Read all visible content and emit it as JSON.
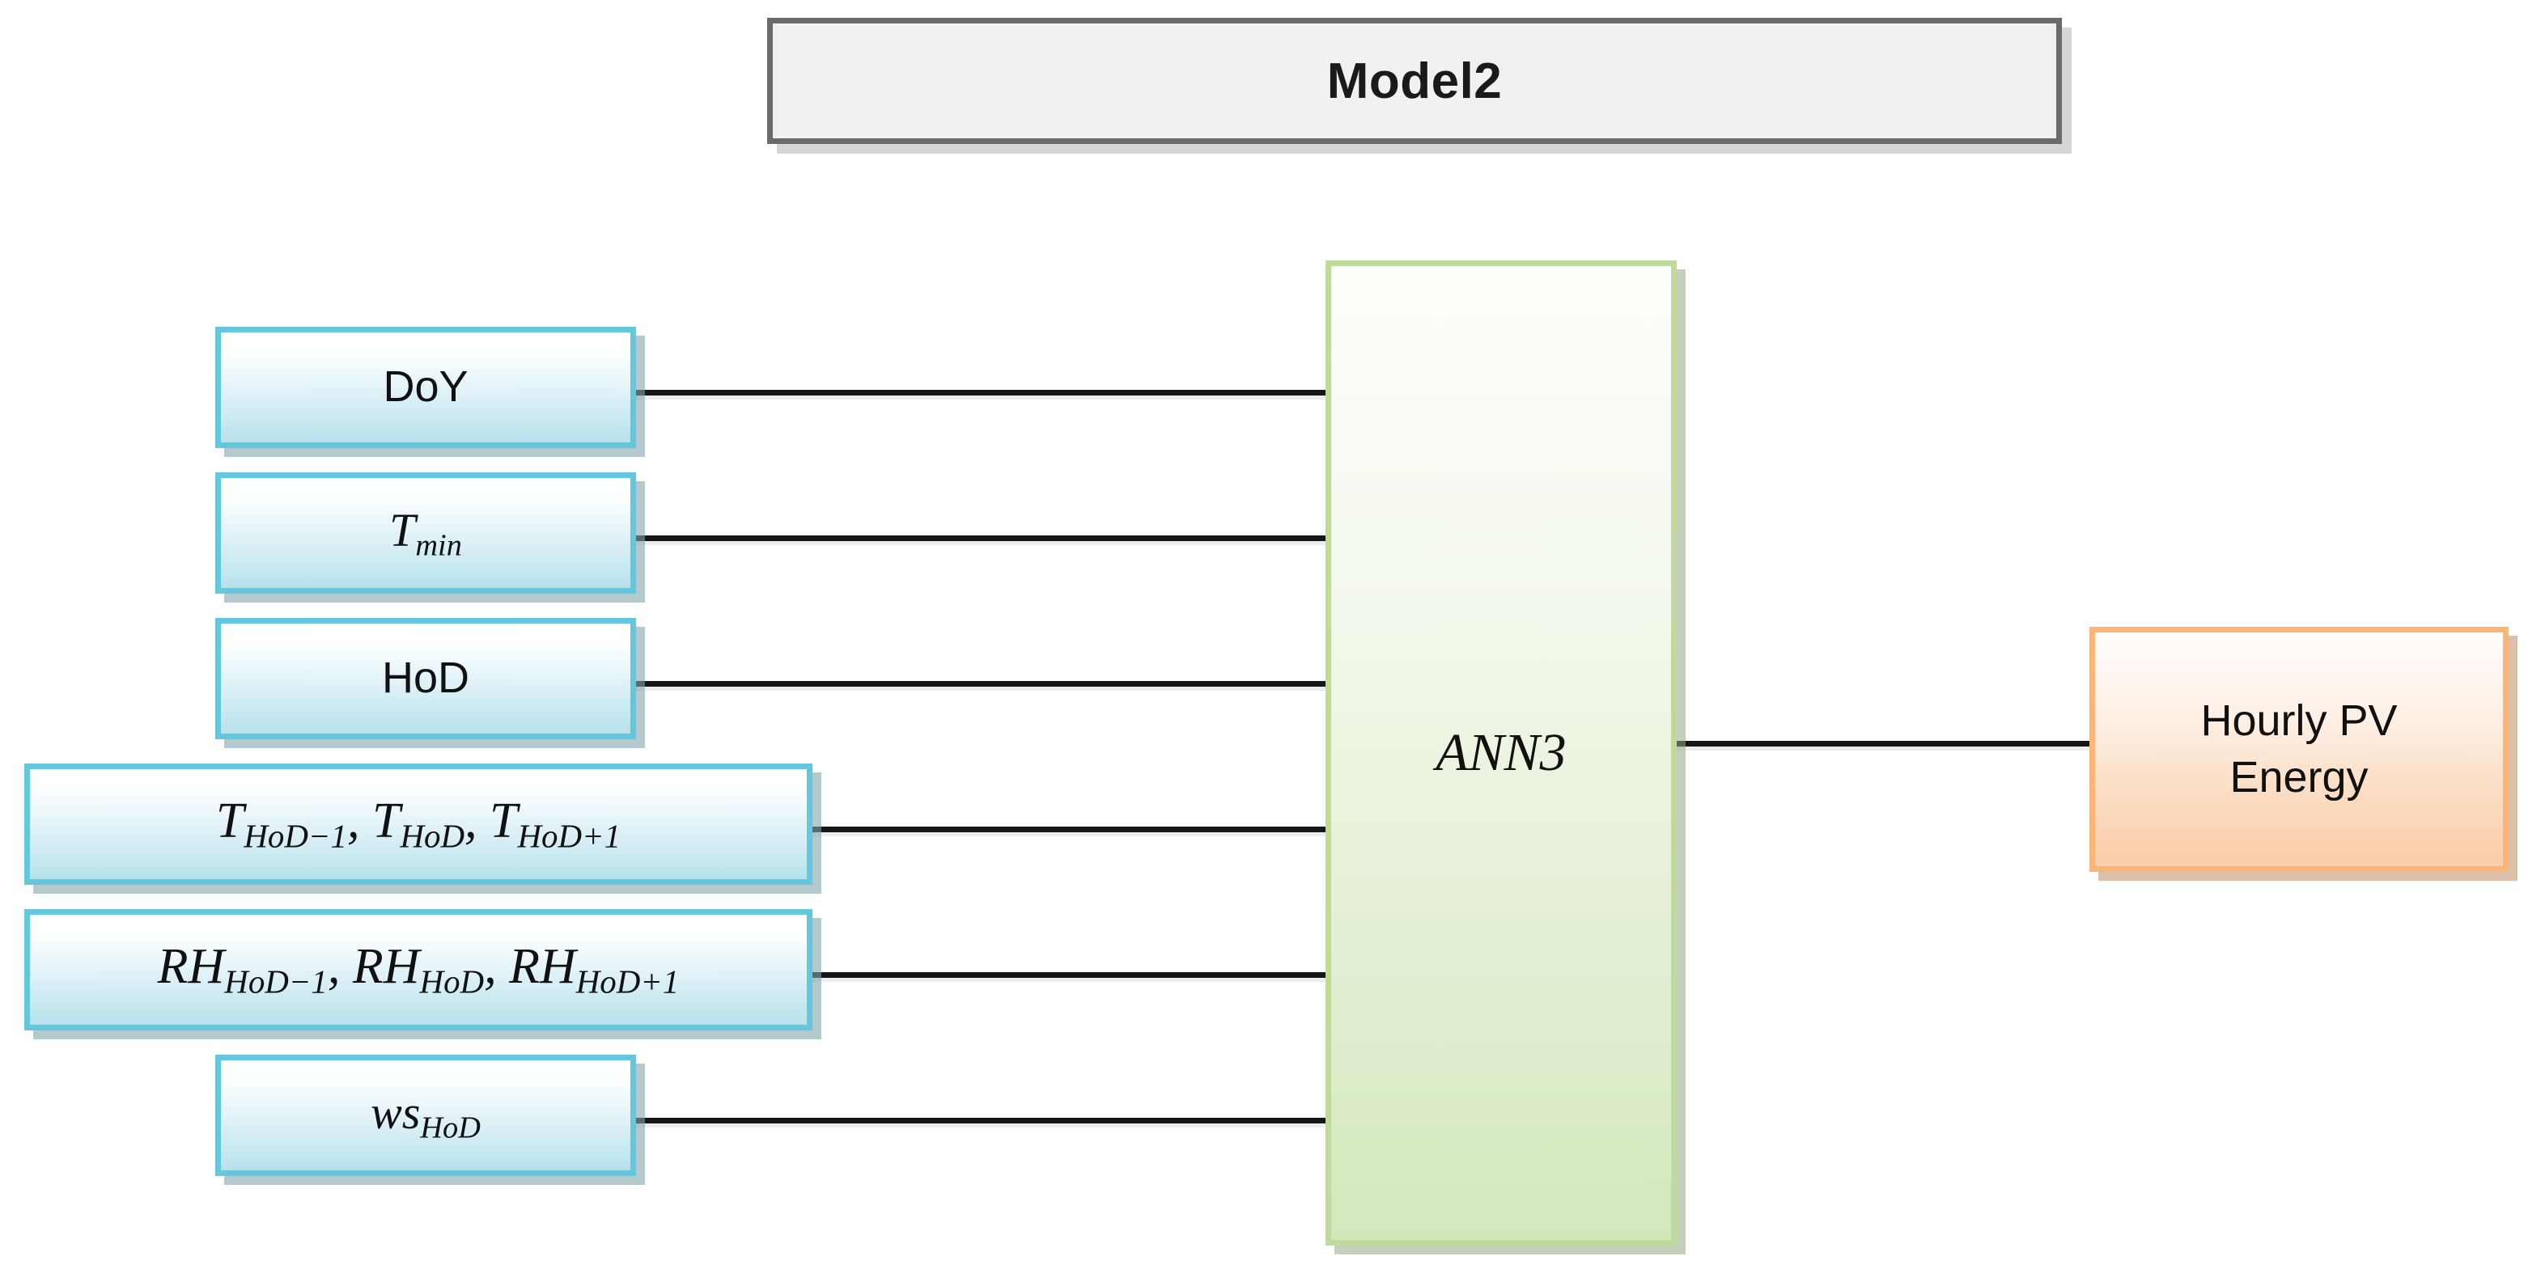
{
  "diagram": {
    "title": "Model2",
    "inputs": [
      {
        "id": "doy",
        "label": "DoY",
        "style": "sans"
      },
      {
        "id": "tmin",
        "label": "T min",
        "base": "T",
        "sub": "min",
        "style": "math"
      },
      {
        "id": "hod",
        "label": "HoD",
        "style": "sans"
      },
      {
        "id": "temp_seq",
        "label": "T HoD-1, T HoD, T HoD+1",
        "style": "math-wide",
        "terms": [
          {
            "base": "T",
            "sub": "HoD−1"
          },
          {
            "base": "T",
            "sub": "HoD"
          },
          {
            "base": "T",
            "sub": "HoD+1"
          }
        ]
      },
      {
        "id": "rh_seq",
        "label": "RH HoD-1, RH HoD, RH HoD+1",
        "style": "math-wide",
        "terms": [
          {
            "base": "RH",
            "sub": "HoD−1"
          },
          {
            "base": "RH",
            "sub": "HoD"
          },
          {
            "base": "RH",
            "sub": "HoD+1"
          }
        ]
      },
      {
        "id": "ws",
        "label": "ws HoD",
        "base": "ws",
        "sub": "HoD",
        "style": "math"
      }
    ],
    "model": {
      "label": "ANN3"
    },
    "output": {
      "line1": "Hourly PV",
      "line2": "Energy"
    },
    "separator": ",",
    "colors": {
      "input_border": "#63c8de",
      "input_fill_top": "#ffffff",
      "input_fill_bottom": "#b6e2ec",
      "model_border": "#bedb9b",
      "model_fill_bottom": "#d2e7bb",
      "output_border": "#fbb577",
      "output_fill_bottom": "#f9cda9",
      "title_fill": "#f1f1f1",
      "title_border": "#6a6a6a",
      "wire": "#161616"
    }
  }
}
